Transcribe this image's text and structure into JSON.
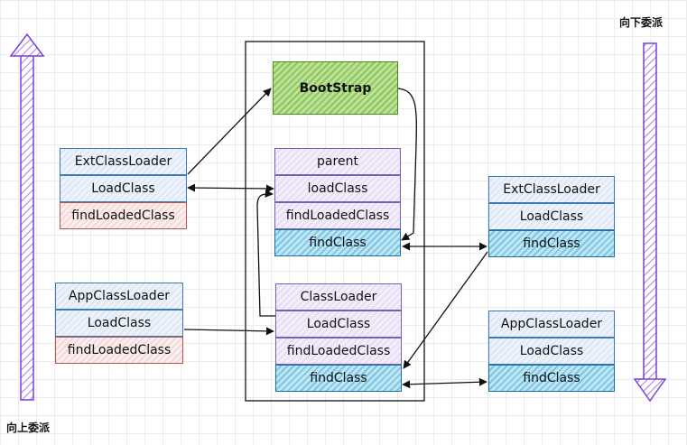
{
  "labels": {
    "delegate_up": "向上委派",
    "delegate_down": "向下委派"
  },
  "center": {
    "bootstrap": "BootStrap",
    "ext_group": [
      "parent",
      "loadClass",
      "findLoadedClass",
      "findClass"
    ],
    "cl_group": [
      "ClassLoader",
      "LoadClass",
      "findLoadedClass",
      "findClass"
    ]
  },
  "left_ext": [
    "ExtClassLoader",
    "LoadClass",
    "findLoadedClass"
  ],
  "left_app": [
    "AppClassLoader",
    "LoadClass",
    "findLoadedClass"
  ],
  "right_ext": [
    "ExtClassLoader",
    "LoadClass",
    "findClass"
  ],
  "right_app": [
    "AppClassLoader",
    "LoadClass",
    "findClass"
  ],
  "colors": {
    "purple": "#7b5fb4",
    "blue": "#3c79b6",
    "red": "#b85450",
    "teal": "#1f6f9c",
    "green": "#4d8a1f",
    "arrow_up": "#7a3fd8"
  }
}
